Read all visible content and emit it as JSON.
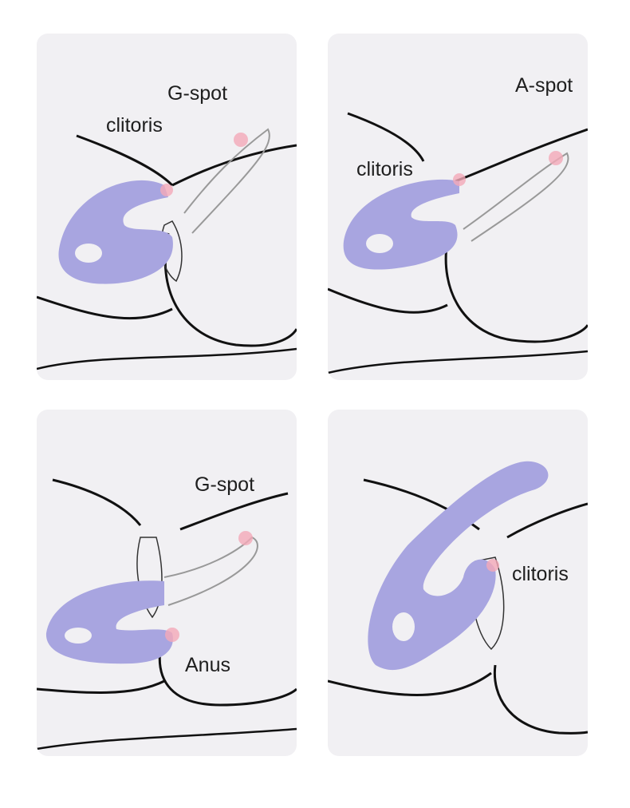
{
  "panels": [
    {
      "labels": [
        "G-spot",
        "clitoris"
      ]
    },
    {
      "labels": [
        "A-spot",
        "clitoris"
      ]
    },
    {
      "labels": [
        "G-spot",
        "Anus"
      ]
    },
    {
      "labels": [
        "clitoris"
      ]
    }
  ],
  "colors": {
    "card_bg": "#f1f0f3",
    "device": "#a8a5e0",
    "device_shade": "#8f8bd0",
    "marker": "#f4a9b8",
    "line": "#111111"
  }
}
